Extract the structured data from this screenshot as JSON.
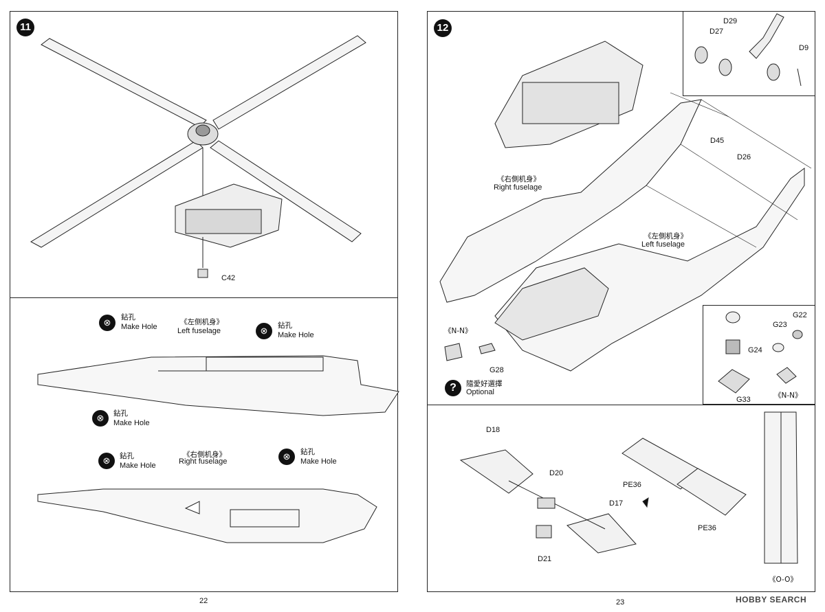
{
  "left_page": {
    "page_number": "22",
    "step": {
      "number": "11",
      "parts": [
        "C42"
      ]
    },
    "fuselage_views": [
      {
        "title_cn": "《左侧机身》",
        "title_en": "Left fuselage",
        "holes": [
          {
            "cn": "鉆孔",
            "en": "Make Hole"
          },
          {
            "cn": "鉆孔",
            "en": "Make Hole"
          },
          {
            "cn": "鉆孔",
            "en": "Make Hole"
          }
        ]
      },
      {
        "title_cn": "《右側机身》",
        "title_en": "Right fuselage",
        "holes": [
          {
            "cn": "鉆孔",
            "en": "Make Hole"
          },
          {
            "cn": "鉆孔",
            "en": "Make Hole"
          }
        ]
      }
    ]
  },
  "right_page": {
    "page_number": "23",
    "step": {
      "number": "12",
      "labels": {
        "right_fuselage_cn": "《右側机身》",
        "right_fuselage_en": "Right fuselage",
        "left_fuselage_cn": "《左側机身》",
        "left_fuselage_en": "Left fuselage",
        "nn_view": "《N-N》",
        "optional_cn": "隨愛好選擇",
        "optional_en": "Optional"
      },
      "parts": [
        "D29",
        "D27",
        "D9",
        "D45",
        "D26",
        "G28",
        "G22",
        "G23",
        "G24",
        "G33"
      ],
      "inset_nn": "《N-N》"
    },
    "bottom": {
      "parts": [
        "D18",
        "D20",
        "D17",
        "D21",
        "PE36",
        "PE36"
      ],
      "view": "《O-O》"
    }
  },
  "watermark": "HOBBY SEARCH"
}
